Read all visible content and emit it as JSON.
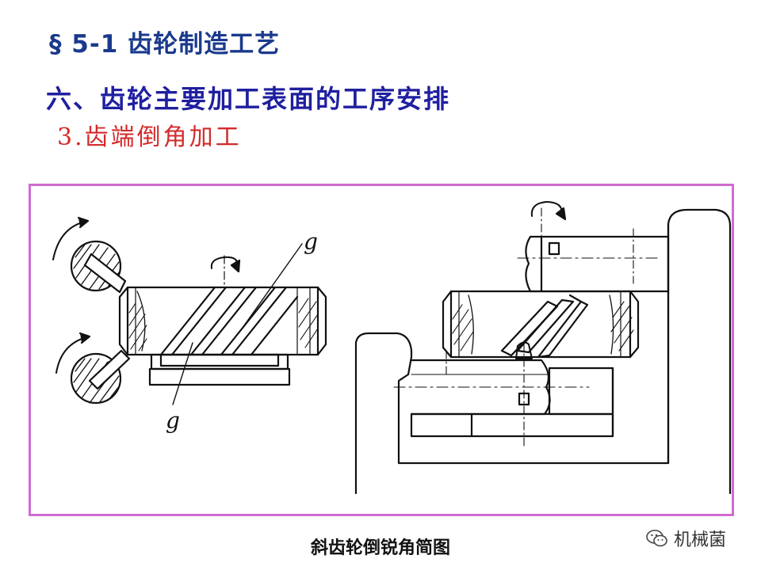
{
  "slide": {
    "title": "§ 5-1  齿轮制造工艺",
    "heading": "六、齿轮主要加工表面的工序安排",
    "subheading": "3.齿端倒角加工",
    "caption": "斜齿轮倒锐角简图",
    "watermark_text": "机械菌"
  },
  "diagram": {
    "label_top": "g",
    "label_bottom": "g"
  },
  "colors": {
    "title": "#1a3a8c",
    "heading": "#1f1fa0",
    "subheading": "#d42a2a",
    "frame_border": "#d16bd1",
    "line": "#111111"
  },
  "icons": {
    "rotation": "rotation-arrow-icon",
    "watermark": "wechat-icon"
  }
}
